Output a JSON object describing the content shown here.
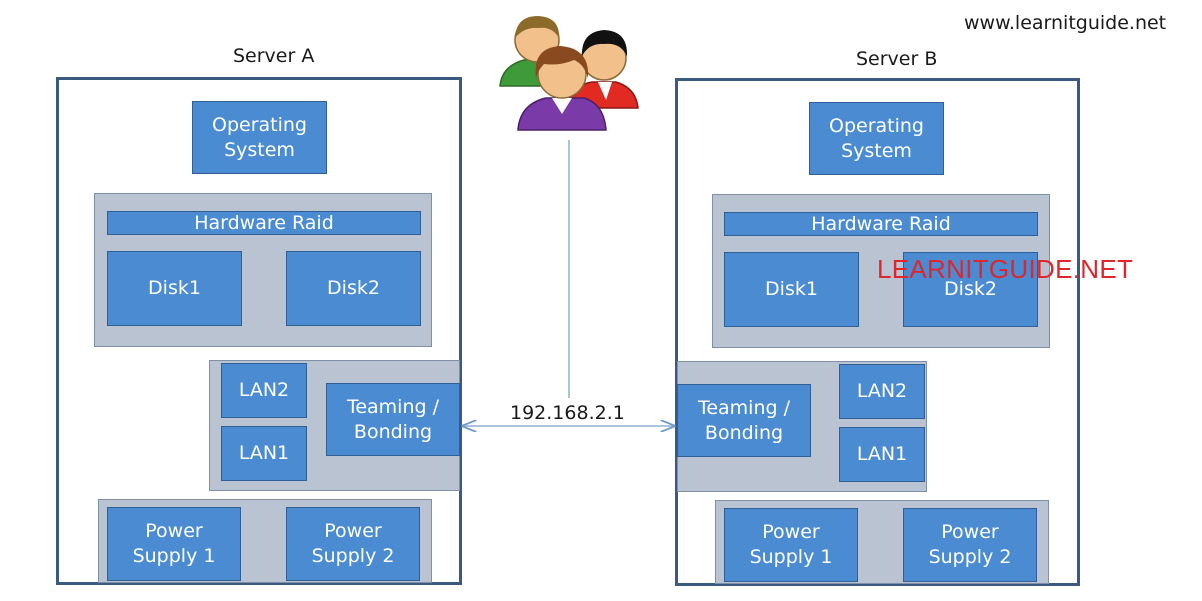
{
  "site_url": "www.learnitguide.net",
  "watermark": "LEARNITGUIDE.NET",
  "link_label": "192.168.2.1",
  "users_icon": "users-group-icon",
  "colors": {
    "component_blue": "#4a8bd2",
    "panel_gray": "#b9c3d1",
    "frame_border": "#3b5a82",
    "watermark_red": "#e0262c"
  },
  "server_a": {
    "title": "Server A",
    "os": "Operating\nSystem",
    "raid": "Hardware Raid",
    "disk1": "Disk1",
    "disk2": "Disk2",
    "lan2": "LAN2",
    "lan1": "LAN1",
    "teaming": "Teaming /\nBonding",
    "psu1": "Power\nSupply 1",
    "psu2": "Power\nSupply 2"
  },
  "server_b": {
    "title": "Server B",
    "os": "Operating\nSystem",
    "raid": "Hardware Raid",
    "disk1": "Disk1",
    "disk2": "Disk2",
    "lan2": "LAN2",
    "lan1": "LAN1",
    "teaming": "Teaming /\nBonding",
    "psu1": "Power\nSupply 1",
    "psu2": "Power\nSupply 2"
  }
}
